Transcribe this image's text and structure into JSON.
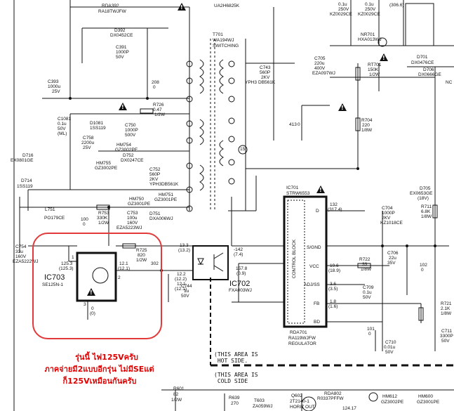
{
  "top": {
    "rda392": "RDA392",
    "rda392_value": "RA18TWJFW",
    "ua2h": "UA2H6825K",
    "d392": "D392",
    "d392_part": "DX0452CE",
    "c391": "C391",
    "c391_value": "1000P",
    "c391_volt": "50V",
    "right_cap_a": "0.1u",
    "right_cap_a_volt": "250V",
    "right_cap_a_part": "KZ0029CE",
    "right_cap_b": "0.1u",
    "right_cap_b_volt": "250V",
    "right_cap_b_part": "KZ0029CE",
    "right_top_val": "(306.6)"
  },
  "transformer": {
    "ref": "T701",
    "part": "WA194WJ",
    "desc": "SWITCHING"
  },
  "left_parts": {
    "c393": "C393",
    "c393_value": "1000u",
    "c393_volt": "25V",
    "r_208": "208",
    "r_208_b": "0",
    "r726": "R726",
    "r726_value": "0.47",
    "r726_watt": "1/2W",
    "c750": "C750",
    "c750_value": "1000P",
    "c750_volt": "500V",
    "c1081": "C1081",
    "c1081_value": "0.1u",
    "c1081_volt": "50V",
    "c1081_note": "(ML)",
    "d1081": "D1081",
    "d1081_part": "1SS119",
    "c758": "C758",
    "c758_value": "2200u",
    "c758_volt": "25V",
    "hm754": "HM754",
    "hm754_part": "GZ3002PE",
    "d752": "D752",
    "d752_part": "DX0247CE",
    "hm755": "HM755",
    "hm755_part": "GZ3002PE",
    "d716": "D716",
    "d716_part": "EX0801GE",
    "d714": "D714",
    "d714_part": "1SS119",
    "c752": "C752",
    "c752_value": "560P",
    "c752_volt": "2KV",
    "c752_part": "YPH3DB561K",
    "hm750": "HM750",
    "hm750_part": "GZ3001PE",
    "hm751": "HM751",
    "hm751_part": "GZ3001PE",
    "l751": "L751",
    "l751_part": "PO179CE",
    "r753": "R753",
    "r753_value": "330K",
    "r753_watt": "1/2W",
    "n100": "100",
    "n100_b": "0",
    "c753": "C753",
    "c753_value": "100u",
    "c753_volt": "160V",
    "c753_part": "EZA5223WJ",
    "d751": "D751",
    "d751_part": "DXA006WJ",
    "c754": "C754",
    "c754_value": "33u",
    "c754_volt": "160V",
    "c754_part": "EZA5222WJ"
  },
  "ic703": {
    "ref": "IC703",
    "part": "SE125N-1",
    "v_in": "125.3",
    "v_in_b": "(125.3)",
    "pin1": "1",
    "v_out": "12.1",
    "v_out_b": "(12.1)",
    "pin2": "2",
    "pin3": "3",
    "pin3_v": "0",
    "pin3_vb": "(0)",
    "r725": "R725",
    "r725_value": "820",
    "r725_watt": "1/2W",
    "n302": "302",
    "v_2": "12.2",
    "v_2b": "(12.2)",
    "v_1": "12.1",
    "v_1b": "(12.1)",
    "c744": "C744",
    "c744_value": "1u",
    "c744_volt": "50V"
  },
  "ic702": {
    "ref": "IC702",
    "part": "FXA003WJ",
    "v3": "13.3",
    "v3b": "(13.2)",
    "v_pin": "-142",
    "v_pin_b": "(7.4)",
    "v_pin2": "157.8",
    "v_pin2_b": "(0.9)"
  },
  "middle": {
    "c743": "C743",
    "c743_value": "560P",
    "c743_volt": "2KV",
    "c743_part": "DB561K",
    "c743_pre": "YPH3",
    "r704": "R704",
    "r704_value": "220",
    "r704_watt": "1/8W",
    "n413": "413",
    "n413_b": "0",
    "pin15": "15"
  },
  "right_parts": {
    "c705": "C705",
    "c705_value": "220u",
    "c705_volt": "400V",
    "c705_part": "EZA097WJ",
    "nr701": "NR701",
    "nr701_part": "HXA013WJ",
    "rt701": "RT701",
    "rt701_value": "150K",
    "rt701_watt": "1/2W",
    "d701": "D701",
    "d701_part": "DX0476CE",
    "d706": "D706",
    "d706_part": "DX0666GE",
    "ic701": "IC701",
    "ic701_part": "STRW6553",
    "c704": "C704",
    "c704_value": "1000P",
    "c704_volt": "2KV",
    "c704_part": "KZ1018CE",
    "pin_d": "D",
    "pin_s": "S/GND",
    "pin_vcc": "VCC",
    "pin_adj": "ADJ/SS",
    "pin_fb": "FB",
    "pin_bd": "BD",
    "v_d": "132",
    "v_d_b": "(317.4)",
    "v_vcc": "19.6",
    "v_vcc_b": "(18.9)",
    "v_adj": "3.6",
    "v_adj_b": "(3.5)",
    "v_fb": "1.8",
    "v_fb_b": "(1.6)",
    "block_label": "CONTROL BLOCK",
    "r722": "R722",
    "r722_value": "33",
    "r722_watt": "1/8W",
    "c709": "C709",
    "c709_value": "0.1u",
    "c709_volt": "50V",
    "c706": "C706",
    "c706_value": "22u",
    "c706_volt": "35V",
    "d705": "D705",
    "d705_part": "EX0653GE",
    "d705_volt": "(18V)",
    "r711": "R711",
    "r711_value": "6.8K",
    "r711_watt": "1/8W",
    "n102": "102",
    "n102_b": "0",
    "n101": "101",
    "n101_b": "0",
    "r721": "R721",
    "r721_value": "2.1K",
    "r721_watt": "1/8W",
    "c711": "C711",
    "c711_value": "3300P",
    "c711_volt": "50V",
    "c710": "C710",
    "c710_value": "0.01u",
    "c710_volt": "50V",
    "rda701": "RDA701",
    "rda701_part": "RA119WJFW",
    "rda701_desc": "REGULATOR",
    "nc": "NC"
  },
  "areas": {
    "hot": "(THIS AREA IS\n HOT SIDE.",
    "cold": "(THIS AREA IS\n COLD SIDE"
  },
  "bottom": {
    "r601": "R601",
    "r601_value": "82",
    "r601_watt": "1/2W",
    "r639": "R639",
    "r639_value": "270",
    "t603": "T603",
    "t603_part": "ZA059WJ",
    "q602": "Q602",
    "q602_part": "2T2140-1",
    "q602_desc": "HORIZ OUT",
    "rda802": "RDA802",
    "rda802_part": "R0337PFFW",
    "v_124": "124.17",
    "hm612": "HM612",
    "hm612_part": "GZ3002PE",
    "hm600": "HM600",
    "hm600_part": "GZ3001PE"
  },
  "note_lines": [
    "รุ่นนี้ ไฟ125Vครับ",
    "ภาคจ่ายมี2แบบอีกรุ่น ไม่มีSEแต่",
    "ก็125Vเหมือนกันครับ"
  ],
  "colors": {
    "ink": "#111111",
    "note": "#e00000",
    "note_frame": "#e23a3a"
  }
}
